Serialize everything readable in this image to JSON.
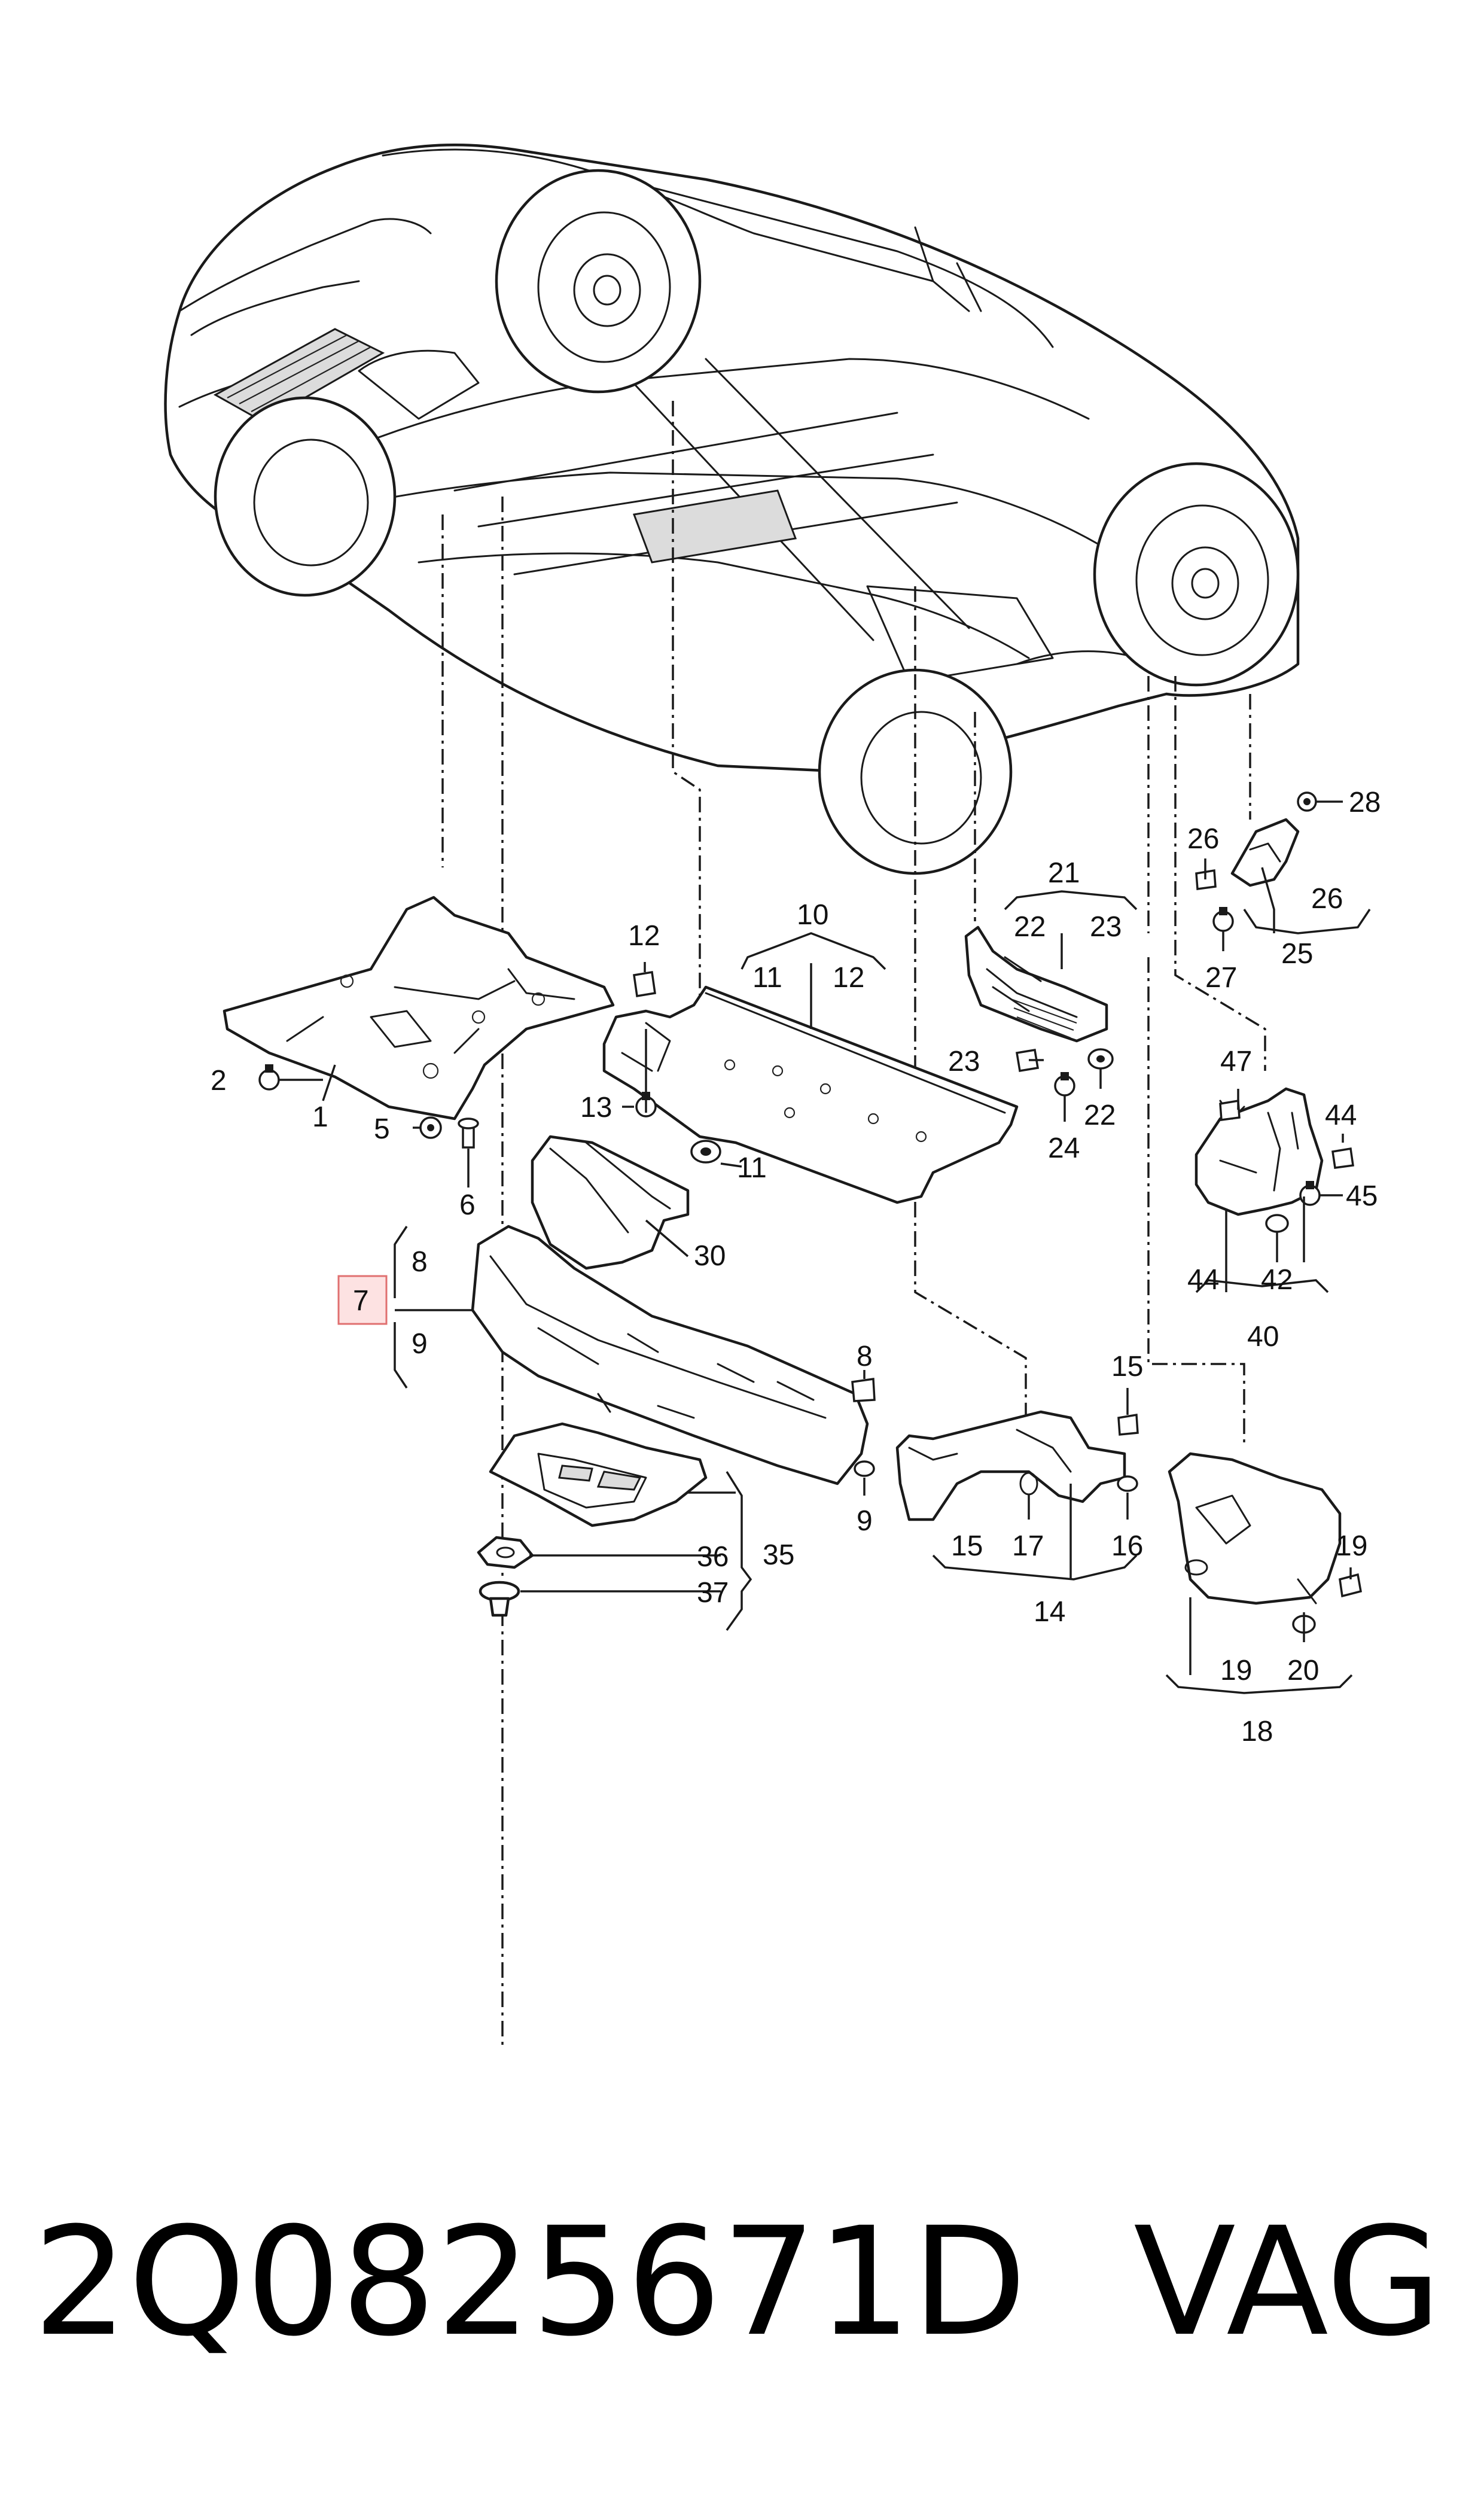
{
  "callouts": {
    "c1": "1",
    "c2": "2",
    "c5": "5",
    "c6": "6",
    "c7": "7",
    "c8": "8",
    "c9": "9",
    "c8b": "8",
    "c9b": "9",
    "c10": "10",
    "c11a": "11",
    "c12a": "12",
    "c11": "11",
    "c12": "12",
    "c13": "13",
    "c14": "14",
    "c15": "15",
    "c15b": "15",
    "c16": "16",
    "c17": "17",
    "c18": "18",
    "c19": "19",
    "c19b": "19",
    "c20": "20",
    "c21": "21",
    "c22": "22",
    "c23": "23",
    "c22b": "22",
    "c23b": "23",
    "c24": "24",
    "c25": "25",
    "c26": "26",
    "c26b": "26",
    "c27": "27",
    "c28": "28",
    "c30": "30",
    "c35": "35",
    "c36": "36",
    "c37": "37",
    "c40": "40",
    "c42": "42",
    "c44": "44",
    "c44b": "44",
    "c45": "45",
    "c47": "47"
  },
  "highlighted_callout": "7",
  "footer": {
    "part_number": "2Q0825671D",
    "brand": "VAG"
  }
}
